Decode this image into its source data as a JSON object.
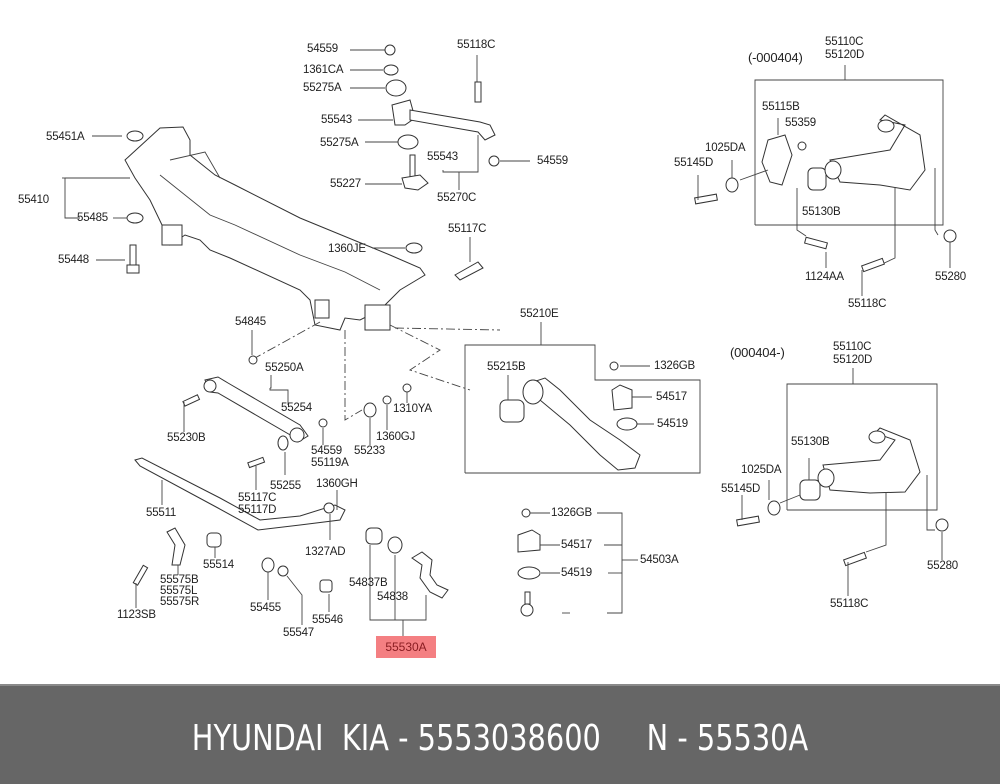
{
  "diagram": {
    "title_range_a": "(-000404)",
    "title_range_b": "(000404-)",
    "labels": {
      "l54559a": "54559",
      "l1361CA": "1361CA",
      "l55275Aa": "55275A",
      "l55118Ca": "55118C",
      "l55543a": "55543",
      "l55275Ab": "55275A",
      "l55543b": "55543",
      "l54559b": "54559",
      "l55227": "55227",
      "l55270C": "55270C",
      "l55451A": "55451A",
      "l55410": "55410",
      "l55485": "55485",
      "l55448": "55448",
      "l1360JE": "1360JE",
      "l55117Ca": "55117C",
      "l54845": "54845",
      "l55250A": "55250A",
      "l55254": "55254",
      "l55230B": "55230B",
      "l1310YA": "1310YA",
      "l54559c": "54559",
      "l55119A": "55119A",
      "l55233": "55233",
      "l1360GJ": "1360GJ",
      "l55255": "55255",
      "l55117Cb": "55117C",
      "l55117D": "55117D",
      "l1360GH": "1360GH",
      "l55511": "55511",
      "l1327AD": "1327AD",
      "l55514": "55514",
      "l55575B": "55575B",
      "l55575L": "55575L",
      "l55575R": "55575R",
      "l1123SB": "1123SB",
      "l55455": "55455",
      "l55547": "55547",
      "l55546": "55546",
      "l54837B": "54837B",
      "l54838": "54838",
      "l55210E": "55210E",
      "l55215B": "55215B",
      "l1326GBa": "1326GB",
      "l54517a": "54517",
      "l54519a": "54519",
      "l1326GBb": "1326GB",
      "l54517b": "54517",
      "l54519b": "54519",
      "l54503A": "54503A",
      "r1_55110C": "55110C",
      "r1_55120D": "55120D",
      "r1_55115B": "55115B",
      "r1_55359": "55359",
      "r1_1025DA": "1025DA",
      "r1_55145D": "55145D",
      "r1_55130B": "55130B",
      "r1_1124AA": "1124AA",
      "r1_55118C": "55118C",
      "r1_55280": "55280",
      "r2_55110C": "55110C",
      "r2_55120D": "55120D",
      "r2_55130B": "55130B",
      "r2_1025DA": "1025DA",
      "r2_55145D": "55145D",
      "r2_55118C": "55118C",
      "r2_55280": "55280"
    },
    "highlighted_part": "55530A",
    "highlight_color": "#f47f82"
  },
  "footer": {
    "text": "HYUNDAI  KIA - 5553038600     N - 55530A",
    "background": "#666666"
  }
}
